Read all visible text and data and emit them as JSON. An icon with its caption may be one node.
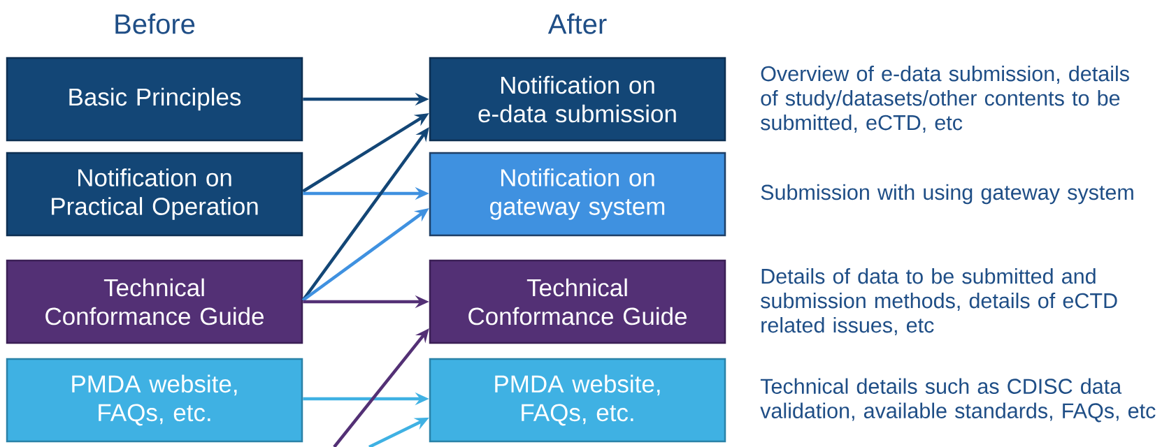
{
  "diagram": {
    "nodes": [
      {
        "text": [
          "Basic Principles"
        ]
      },
      {
        "text": [
          "Notification on Practical Operation"
        ]
      },
      {
        "text": [
          "Technical Conformance Guide"
        ]
      },
      {
        "text": [
          "PMDA website, FAQs, etc."
        ]
      },
      {
        "text": [
          "Notification on e-data submission"
        ],
        "beside": [
          "Overview of e-data submission, details of study/datasets/other contents to be submitted, eCTD, etc"
        ]
      },
      {
        "text": [
          "Notification on gateway system"
        ],
        "beside": [
          "Submission with using gateway system"
        ]
      },
      {
        "text": [
          "Technical Conformance Guide"
        ],
        "beside": [
          "Details of data to be submitted and submission methods, details of eCTD related issues, etc"
        ]
      },
      {
        "text": [
          "PMDA website, FAQs, etc."
        ],
        "beside": [
          "Technical details such as CDISC data validation, available standards, FAQs, etc"
        ]
      }
    ],
    "edges": [
      {
        "from": 0,
        "to": 4,
        "arrow": "to"
      },
      {
        "from": 1,
        "to": 4,
        "arrow": "to"
      },
      {
        "from": 1,
        "to": 5,
        "arrow": "to",
        "color": "#3f91e0"
      },
      {
        "from": 2,
        "to": 4,
        "arrow": "to"
      },
      {
        "from": 2,
        "to": 5,
        "arrow": "to",
        "color": "#3f91e0"
      },
      {
        "from": 2,
        "to": 6,
        "arrow": "to",
        "color": "#533075"
      },
      {
        "from": 3,
        "to": 7,
        "arrow": "to",
        "color": "#3fb1e3"
      },
      {
        "from": null,
        "to": 6,
        "arrow": "to",
        "color": "#533075"
      },
      {
        "from": null,
        "to": 7,
        "arrow": "to",
        "color": "#3fb1e3"
      }
    ],
    "labels": [
      "Before",
      "After"
    ]
  }
}
